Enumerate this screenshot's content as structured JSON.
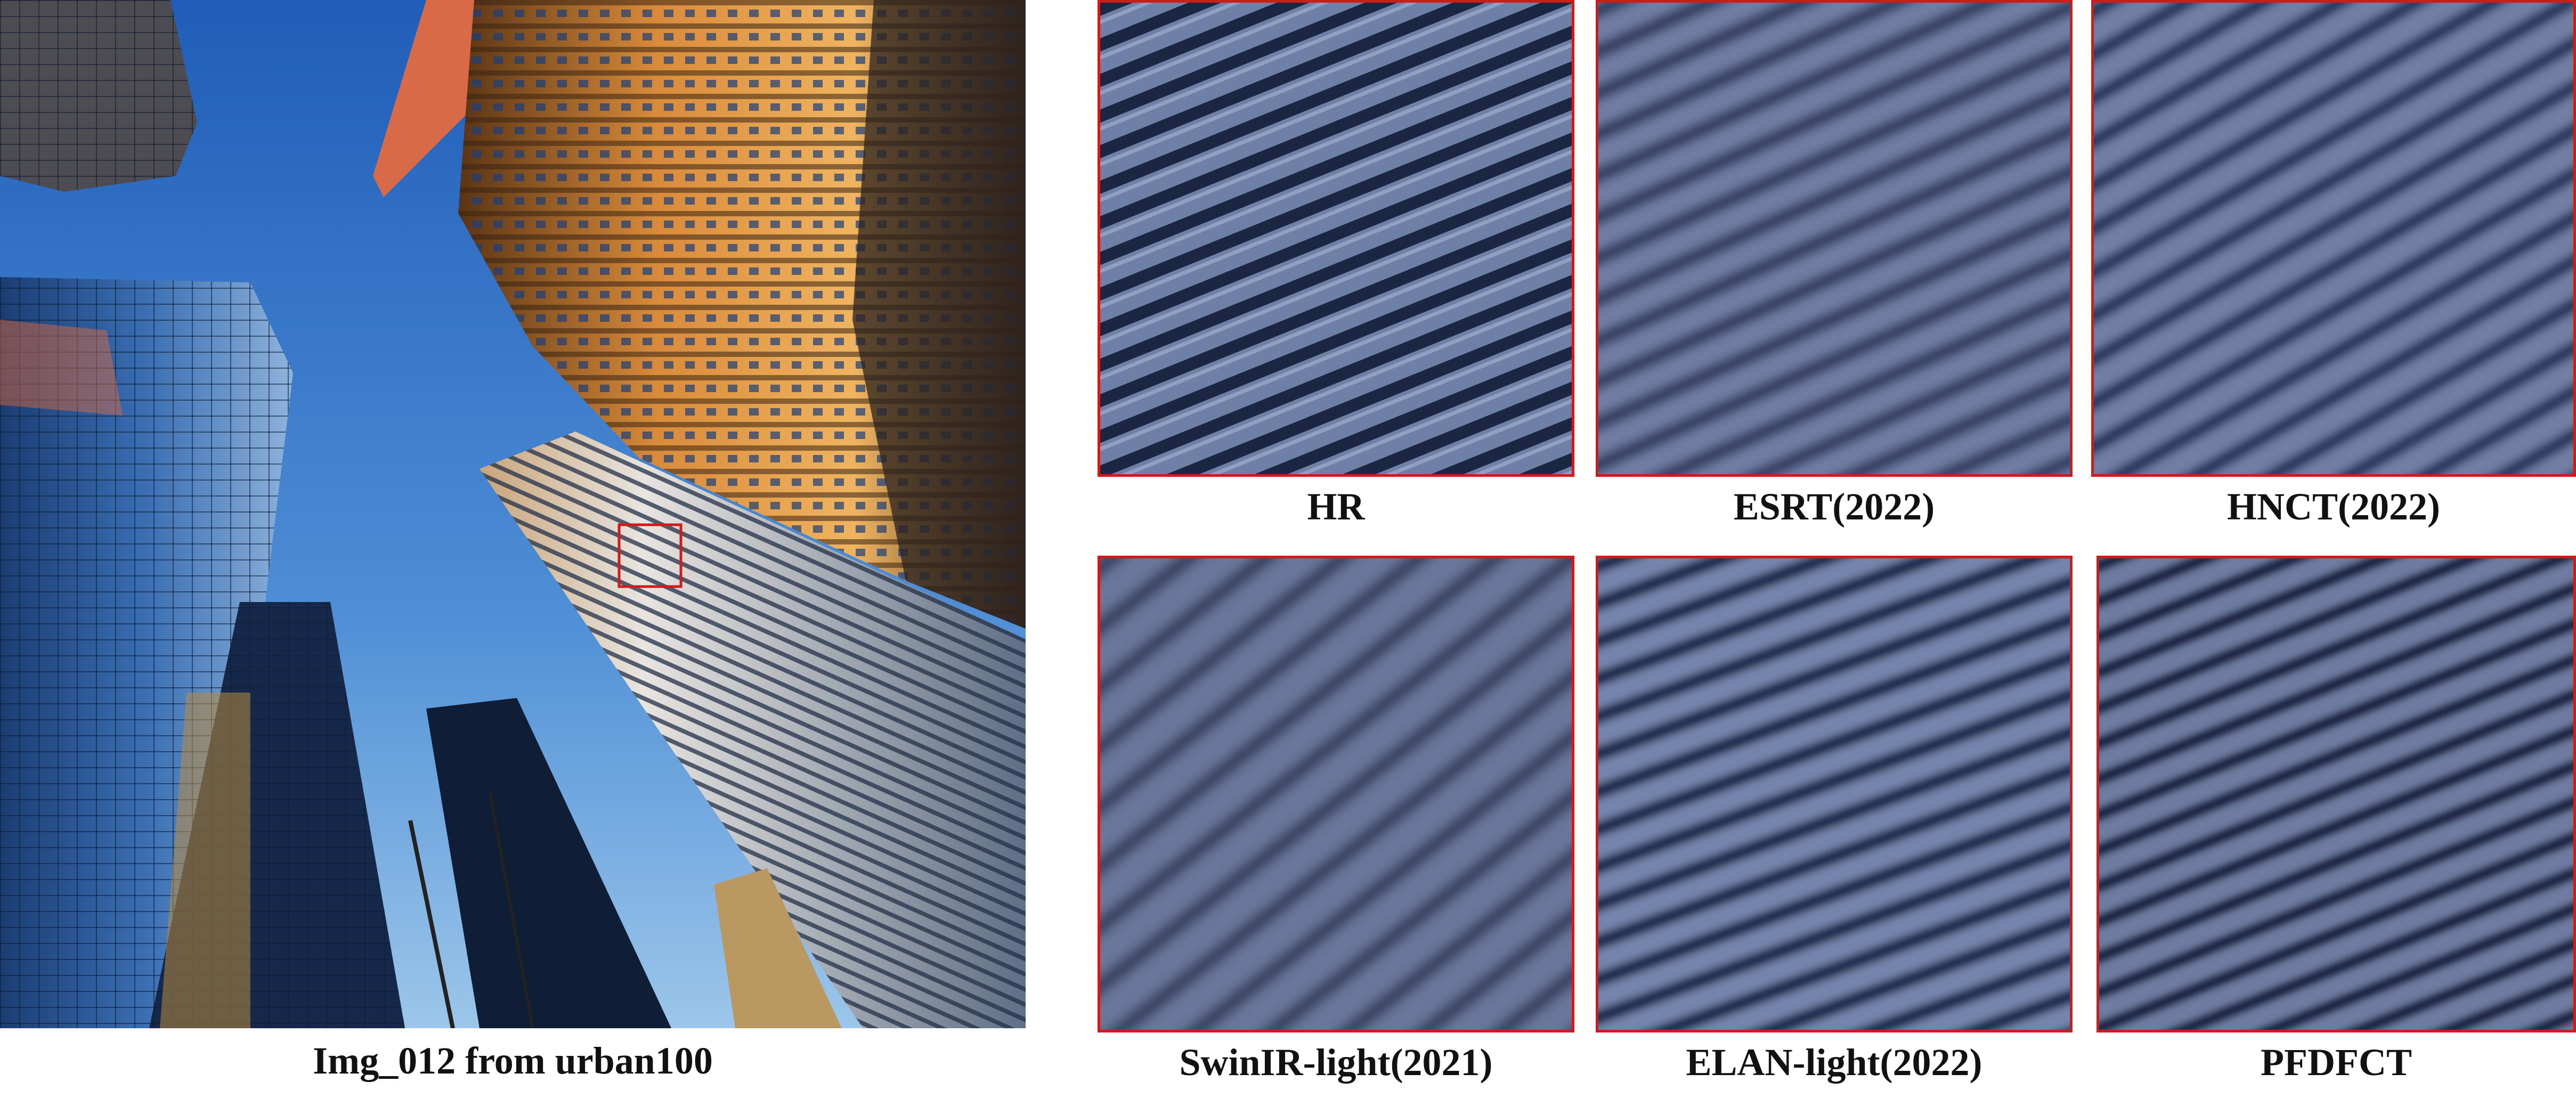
{
  "main": {
    "caption": "Img_012 from urban100",
    "highlight_color": "#d11a1a"
  },
  "crops": [
    {
      "label": "HR"
    },
    {
      "label": "ESRT(2022)"
    },
    {
      "label": "HNCT(2022)"
    },
    {
      "label": "SwinIR-light(2021)"
    },
    {
      "label": "ELAN-light(2022)"
    },
    {
      "label": "PFDFCT"
    }
  ],
  "colors": {
    "sky": "#4f8fd6",
    "sky_top": "#1f5db8",
    "facade_blue": "#2a4f7a",
    "facade_dark": "#0e1c33",
    "sunlit": "#d98b3a",
    "frame_red": "#d11a1a"
  }
}
